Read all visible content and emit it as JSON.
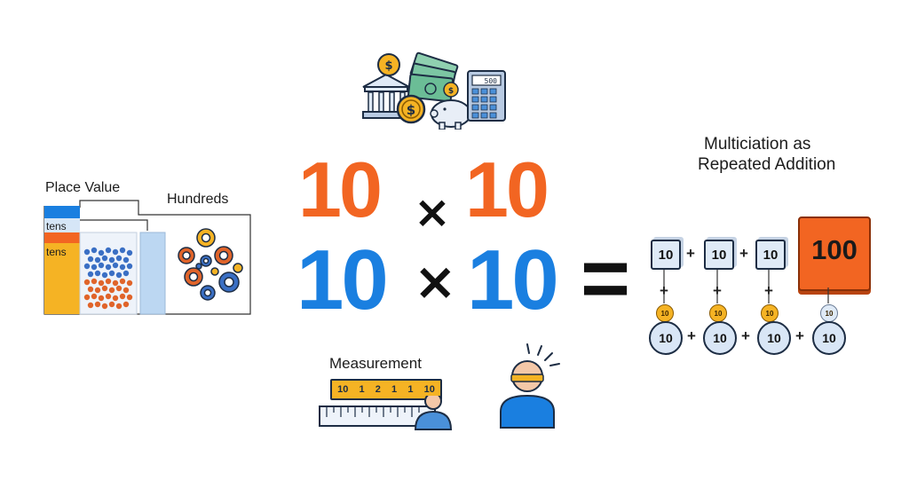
{
  "main_equation": {
    "top": {
      "left": "10",
      "operator": "×",
      "right": "10"
    },
    "bottom": {
      "left": "10",
      "operator": "×",
      "right": "10"
    },
    "equals": "="
  },
  "place_value": {
    "title": "Place Value",
    "bar_label_1": "tens",
    "bar_label_2": "tens",
    "folder_label": "Hundreds"
  },
  "repeated_addition": {
    "title_line1": "Multiciation as",
    "title_line2": "Repeated Addition",
    "boxes": [
      "10",
      "10",
      "10"
    ],
    "plus": "+",
    "result": "100",
    "small_coins": [
      "10",
      "10",
      "10",
      "10"
    ],
    "big_coins": [
      "10",
      "10",
      "10",
      "10"
    ]
  },
  "measurement": {
    "title": "Measurement",
    "tape_digits": [
      "10",
      "1",
      "2",
      "1",
      "1",
      "10"
    ],
    "calculator_display": "500"
  },
  "colors": {
    "orange": "#f26522",
    "blue": "#1a7fe0",
    "navy": "#1d2d44",
    "gold": "#f5b324",
    "light_blue": "#dfeaf7"
  },
  "icons": [
    "bank-icon",
    "coin-icon",
    "banknote-icon",
    "piggy-bank-icon",
    "calculator-icon",
    "ruler-icon",
    "tape-measure-icon",
    "person-icon",
    "thinking-head-icon"
  ]
}
